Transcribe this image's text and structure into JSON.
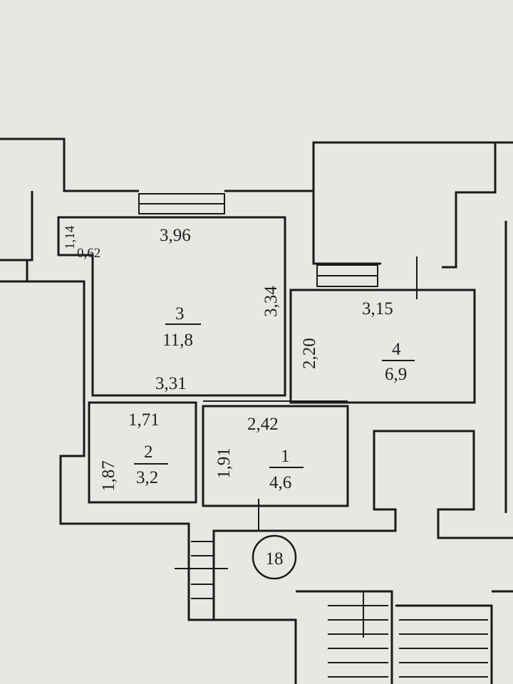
{
  "rooms": [
    {
      "number": "3",
      "area": "11,8"
    },
    {
      "number": "4",
      "area": "6,9"
    },
    {
      "number": "2",
      "area": "3,2"
    },
    {
      "number": "1",
      "area": "4,6"
    }
  ],
  "dimensions": {
    "room3_top": "3,96",
    "room3_bottom": "3,31",
    "room3_right": "3,34",
    "niche_height": "1,14",
    "niche_width": "0,62",
    "room4_top": "3,15",
    "room4_left": "2,20",
    "room2_top": "1,71",
    "room2_left": "1,87",
    "room1_top": "2,42",
    "room1_left": "1,91"
  },
  "apartment_number": "18"
}
